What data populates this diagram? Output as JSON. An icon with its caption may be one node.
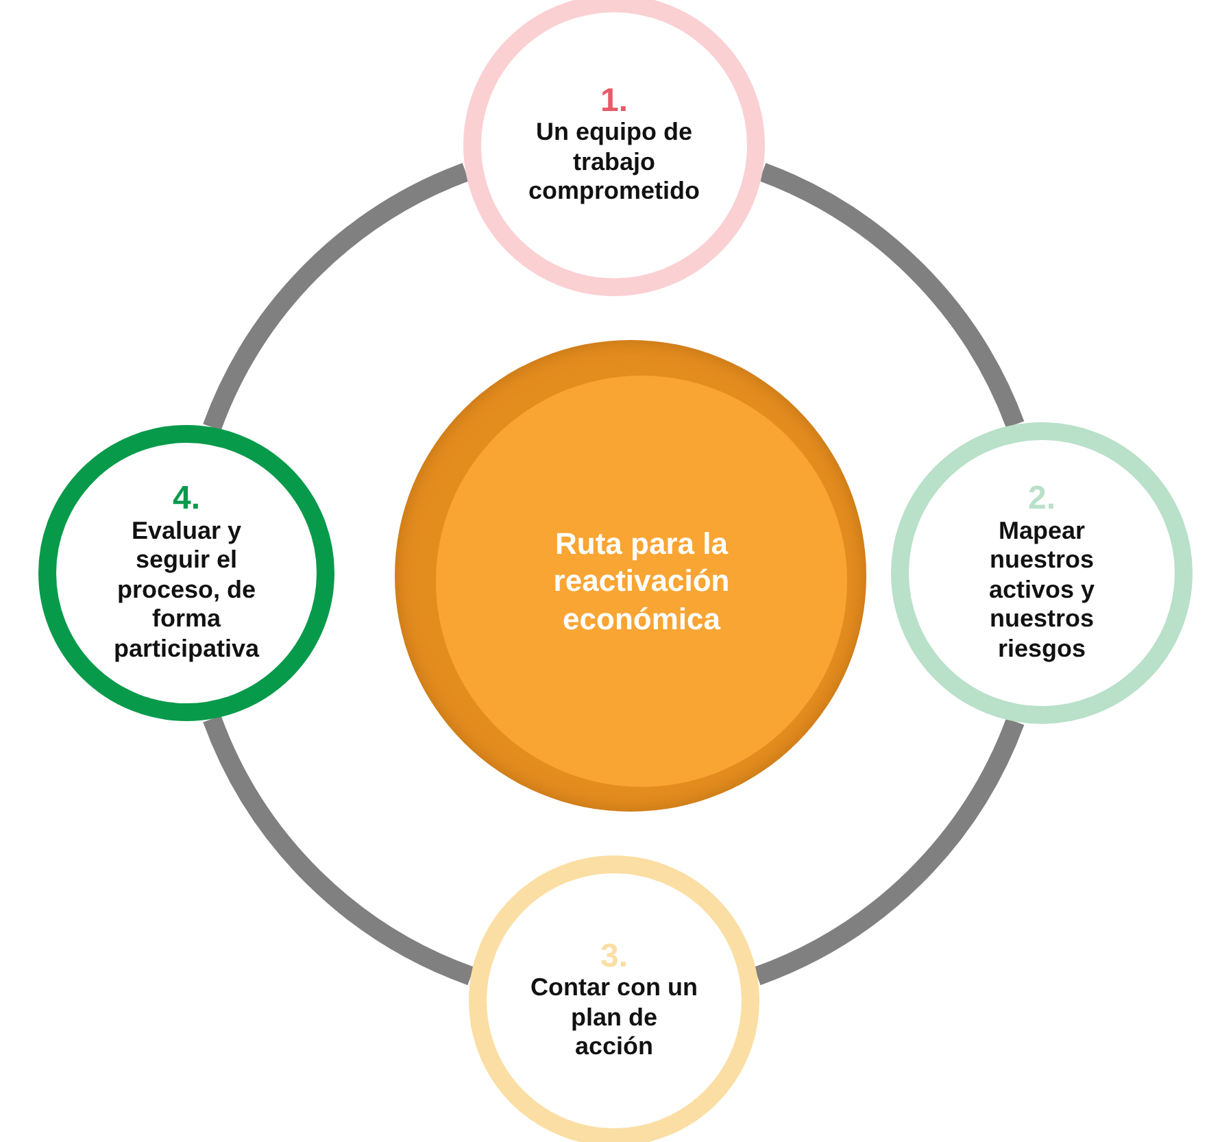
{
  "diagram": {
    "nodes": [
      {
        "text": [
          "1.",
          "Un equipo de trabajo comprometido"
        ]
      },
      {
        "text": [
          "2.",
          "Mapear nuestros activos y nuestros riesgos"
        ]
      },
      {
        "text": [
          "3.",
          "Contar con un plan de acción"
        ]
      },
      {
        "text": [
          "4.",
          "Evaluar y seguir el proceso, de forma participativa"
        ]
      },
      {
        "text": [
          "Ruta para la reactivación económica"
        ]
      }
    ],
    "edges": [
      {
        "from": 0,
        "to": 1,
        "arrow": "none"
      },
      {
        "from": 1,
        "to": 2,
        "arrow": "none"
      },
      {
        "from": 2,
        "to": 3,
        "arrow": "none"
      },
      {
        "from": 3,
        "to": 0,
        "arrow": "none"
      }
    ]
  }
}
